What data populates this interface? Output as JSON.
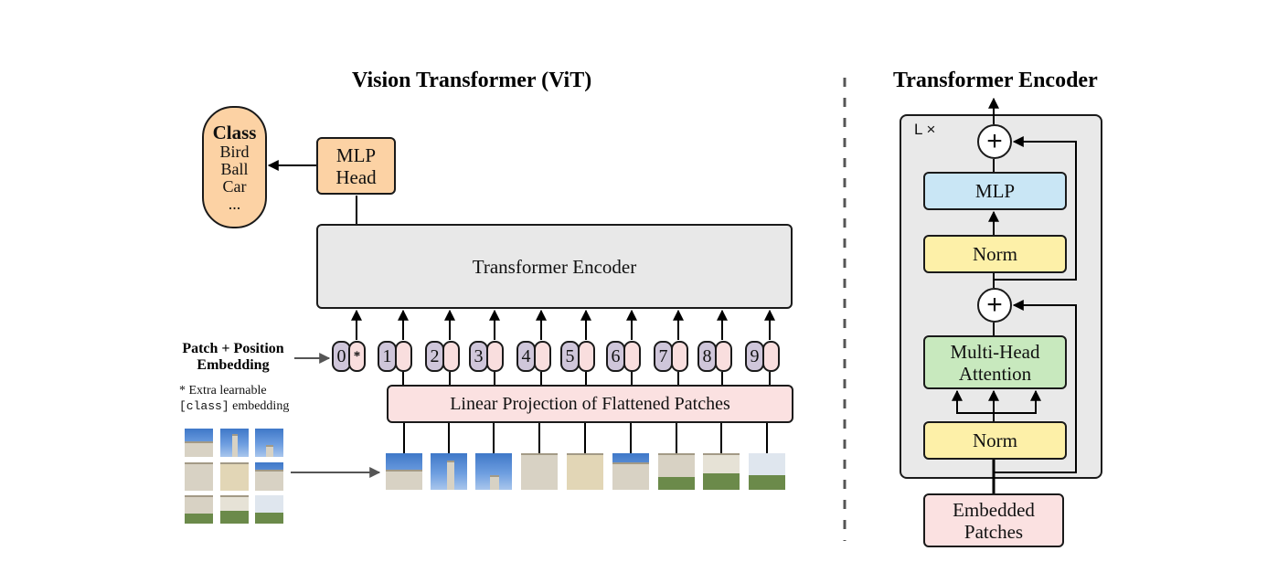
{
  "vit": {
    "title": "Vision Transformer (ViT)",
    "class_box": {
      "heading": "Class",
      "items": [
        "Bird",
        "Ball",
        "Car",
        "..."
      ]
    },
    "mlp_head": [
      "MLP",
      "Head"
    ],
    "encoder_label": "Transformer Encoder",
    "embedding_label": [
      "Patch + Position",
      "Embedding"
    ],
    "footnote": {
      "line1": "* Extra learnable",
      "code": "[class]",
      "line2": " embedding"
    },
    "positions": [
      "0",
      "1",
      "2",
      "3",
      "4",
      "5",
      "6",
      "7",
      "8",
      "9"
    ],
    "class_token_marker": "*",
    "projection_label": "Linear Projection of Flattened Patches"
  },
  "encoder_detail": {
    "title": "Transformer Encoder",
    "repeat_label": "L ×",
    "add_symbol": "+",
    "mlp": "MLP",
    "norm_top": "Norm",
    "attention": [
      "Multi-Head",
      "Attention"
    ],
    "norm_bottom": "Norm",
    "input": [
      "Embedded",
      "Patches"
    ]
  },
  "colors": {
    "class_fill": "#fcd2a4",
    "mlp_head_fill": "#fcd2a4",
    "encoder_fill": "#e8e8e8",
    "pos_fill": "#cfc6da",
    "patch_embed_fill": "#f9dede",
    "projection_fill": "#fbe1e1",
    "mlp_fill": "#c9e6f5",
    "norm_fill": "#fdf0a8",
    "attention_fill": "#c8e9be",
    "input_fill": "#fbe1e1",
    "panel_fill": "#e9e9e9"
  }
}
